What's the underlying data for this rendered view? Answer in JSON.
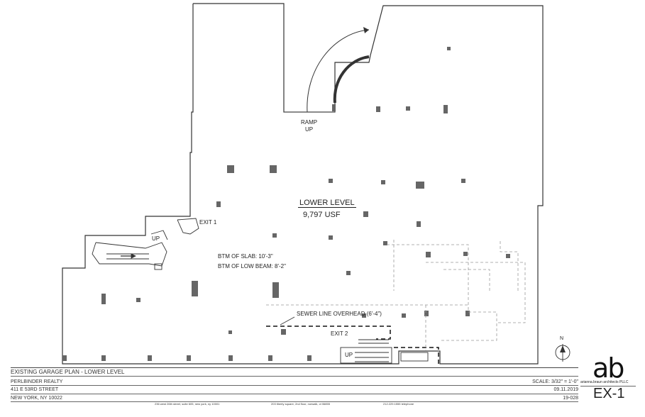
{
  "plan": {
    "area_name": "LOWER LEVEL",
    "area_size": "9,797 USF",
    "ramp_label_1": "RAMP",
    "ramp_label_2": "UP",
    "exit1": "EXIT 1",
    "exit2": "EXIT 2",
    "stair_up_left": "UP",
    "stair_up_bottom": "UP",
    "slab": "BTM OF SLAB: 10'-3\"",
    "beam": "BTM OF LOW BEAM: 8'-2\"",
    "sewer": "SEWER LINE OVERHEAD (6'-4\")",
    "north": "N"
  },
  "titleblock": {
    "sheet_title": "EXISTING GARAGE PLAN - LOWER LEVEL",
    "client": "PERLBINDER REALTY",
    "address1": "411 E 53RD STREET",
    "address2": "NEW YORK, NY 10022",
    "scale": "SCALE: 3/32\" = 1'-0\"",
    "date": "09.11.2019",
    "project_no": "19-028",
    "sheet_no": "EX-1",
    "firm_logo": "ab",
    "firm_name": "arianna.braun architects PLLC",
    "office1": "236 west 26th street, suite 605, new york, ny 10001",
    "office2": "203 liberty square, 2nd floor, norwalk, ct 06855",
    "phone": "212.229.1555 telephone"
  }
}
